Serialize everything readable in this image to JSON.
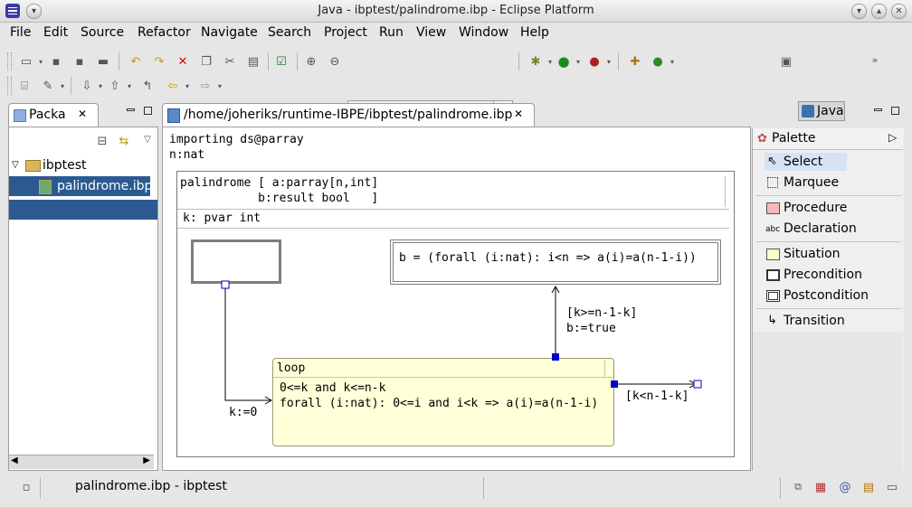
{
  "window": {
    "title": "Java - ibptest/palindrome.ibp - Eclipse Platform"
  },
  "menu": [
    "File",
    "Edit",
    "Source",
    "Refactor",
    "Navigate",
    "Search",
    "Project",
    "Run",
    "View",
    "Window",
    "Help"
  ],
  "perspective": {
    "label": "Java"
  },
  "package_explorer": {
    "tab_label": "Packa",
    "tree": [
      {
        "label": "ibptest",
        "expanded": true
      },
      {
        "label": "palindrome.ibp",
        "selected": true
      }
    ]
  },
  "editor": {
    "tab_label": "/home/joheriks/runtime-IBPE/ibptest/palindrome.ibp",
    "header_line1": "importing ds@parray",
    "header_line2": "n:nat",
    "procedure": {
      "signature_line1": "palindrome [ a:parray[n,int]",
      "signature_line2": "           b:result bool   ]",
      "declaration": "k: pvar int",
      "postcondition": "b = (forall (i:nat): i<n => a(i)=a(n-1-i))",
      "loop_title": "loop",
      "loop_line1": "0<=k and k<=n-k",
      "loop_line2": "forall (i:nat): 0<=i and i<k => a(i)=a(n-1-i)",
      "init_label": "k:=0",
      "exit_label_line1": "[k>=n-1-k]",
      "exit_label_line2": "b:=true",
      "loop_label": "[k<n-1-k]"
    }
  },
  "palette": {
    "title": "Palette",
    "items": [
      {
        "label": "Select",
        "icon": "arrow-cursor-icon",
        "selected": true
      },
      {
        "label": "Marquee",
        "icon": "marquee-icon"
      },
      {
        "label": "Procedure",
        "icon": "procedure-icon"
      },
      {
        "label": "Declaration",
        "icon": "declaration-icon"
      },
      {
        "label": "Situation",
        "icon": "situation-icon"
      },
      {
        "label": "Precondition",
        "icon": "precondition-icon"
      },
      {
        "label": "Postcondition",
        "icon": "postcondition-icon"
      },
      {
        "label": "Transition",
        "icon": "transition-icon"
      }
    ],
    "declaration_glyph": "abc"
  },
  "status": {
    "text": "palindrome.ibp - ibptest"
  },
  "colors": {
    "loop_fill": "#ffffd8",
    "selection": "#2b5a91",
    "palette_selected": "#d5e3f5",
    "handle": "#0000cc",
    "procedure_icon": "#f5b8b8",
    "situation_icon": "#ffffc8"
  }
}
